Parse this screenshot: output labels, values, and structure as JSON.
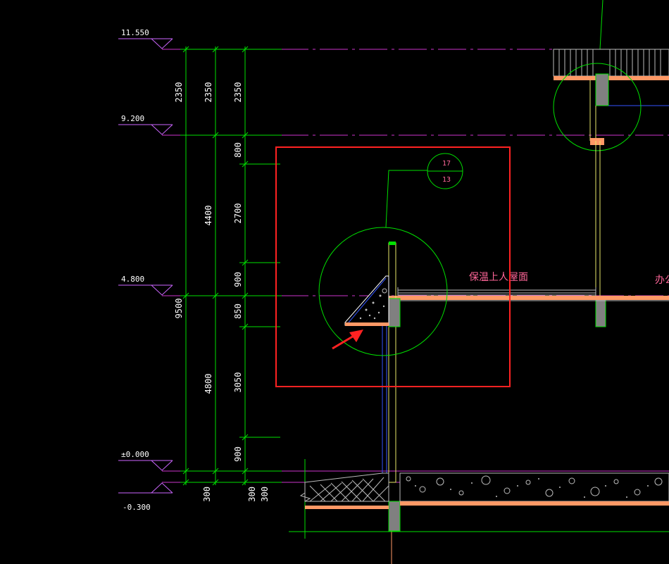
{
  "colors": {
    "background": "#000000",
    "dimension": "#00e000",
    "level_line": "#cc33cc",
    "level_marker": "#cc66ff",
    "wall": "#e8e86a",
    "column_fill": "#808080",
    "slab": "#ff9966",
    "blue_line": "#3355ff",
    "highlight": "#ff2222",
    "text_white": "#ffffff",
    "text_pink": "#ff6699"
  },
  "levels": [
    {
      "label": "11.550",
      "id": "level-11550"
    },
    {
      "label": "9.200",
      "id": "level-9200"
    },
    {
      "label": "4.800",
      "id": "level-4800"
    },
    {
      "label": "±0.000",
      "id": "level-0000"
    },
    {
      "label": "-0.300",
      "id": "level-minus300"
    }
  ],
  "dims_outer": [
    "2350",
    "9500",
    "300"
  ],
  "dims_middle": [
    "2350",
    "4400",
    "4800",
    "300"
  ],
  "dims_inner": [
    "2350",
    "800",
    "2700",
    "900",
    "850",
    "3050",
    "900",
    "300"
  ],
  "detail_callout": {
    "top": "17",
    "bottom": "13"
  },
  "room_labels": [
    "保温上人屋面",
    "办公"
  ]
}
